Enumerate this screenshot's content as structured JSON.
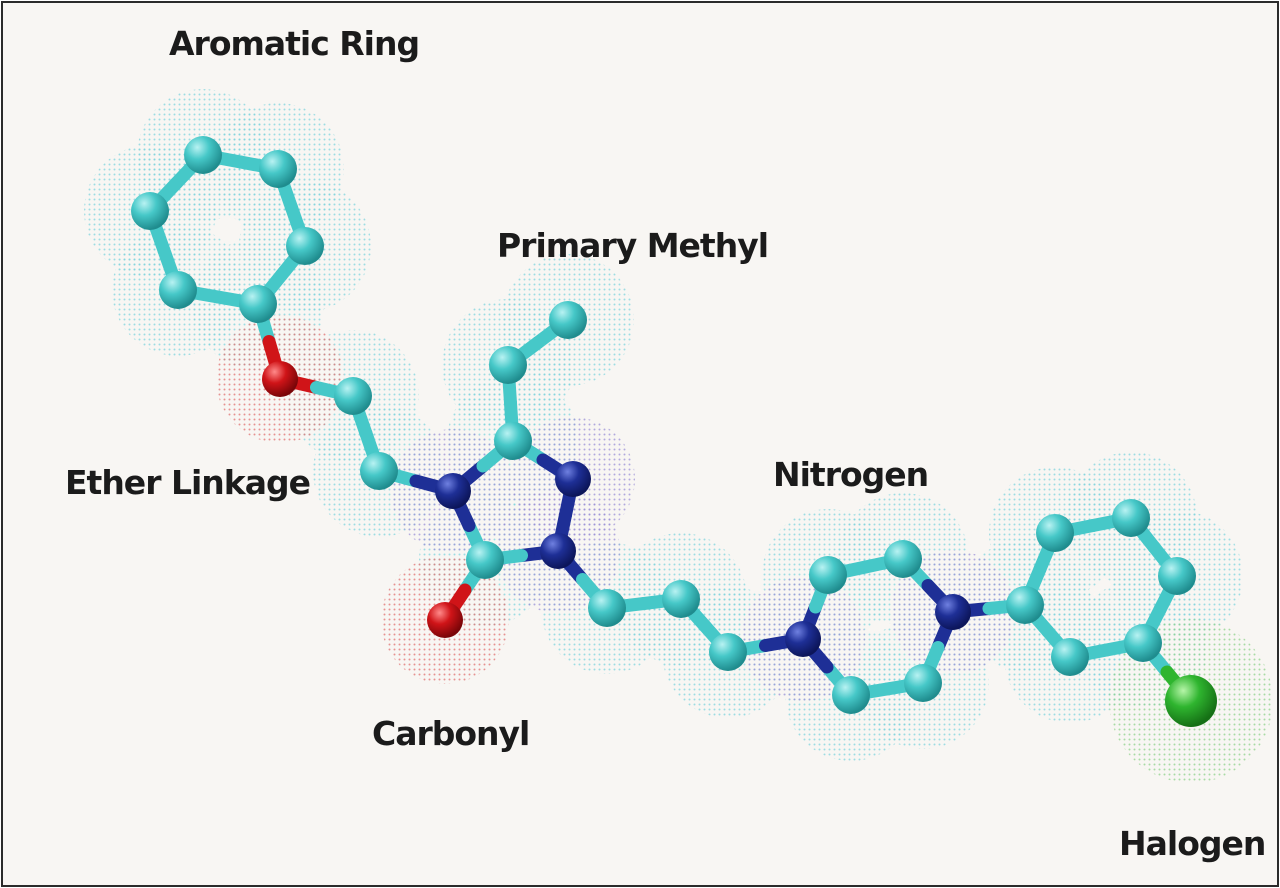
{
  "labels": {
    "aromatic_ring": "Aromatic Ring",
    "primary_methyl": "Primary Methyl",
    "ether_linkage": "Ether Linkage",
    "nitrogen": "Nitrogen",
    "carbonyl": "Carbonyl",
    "halogen": "Halogen"
  },
  "colors": {
    "carbon": "#46c8c8",
    "nitrogen": "#1e2f96",
    "oxygen": "#d01418",
    "chlorine": "#2fb52f",
    "background": "#f8f6f3"
  }
}
